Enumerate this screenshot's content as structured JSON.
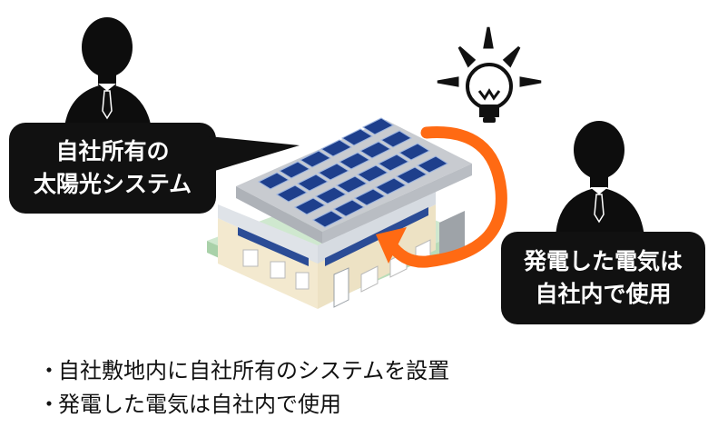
{
  "bubble_left": {
    "line1": "自社所有の",
    "line2": "太陽光システム"
  },
  "bubble_right": {
    "line1": "発電した電気は",
    "line2": "自社内で使用"
  },
  "bullets": [
    {
      "marker": "・",
      "text": "自社敷地内に自社所有のシステムを設置"
    },
    {
      "marker": "・",
      "text": "発電した電気は自社内で使用"
    }
  ],
  "colors": {
    "arrow": "#ff6a13",
    "panel": "#1e3f8c",
    "wall": "#f3e9cf",
    "roof": "#c8cbd0",
    "ground": "#cfe8cf",
    "figure": "#0d0d0d"
  },
  "icons": [
    "person-icon",
    "lightbulb-icon",
    "factory-icon",
    "cycle-arrow-icon"
  ]
}
